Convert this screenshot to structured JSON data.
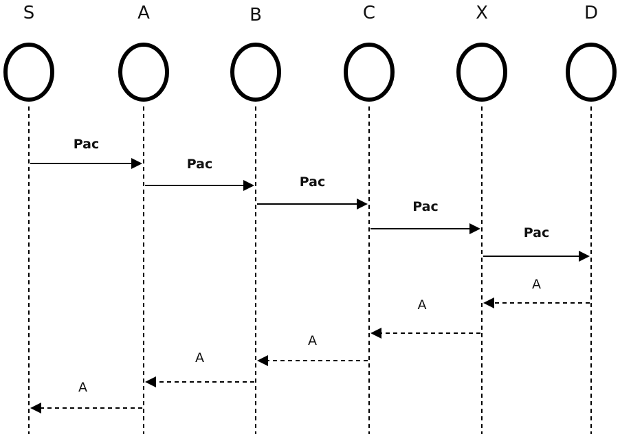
{
  "nodes": [
    {
      "id": "S",
      "label": "S"
    },
    {
      "id": "A",
      "label": "A"
    },
    {
      "id": "B",
      "label": "B"
    },
    {
      "id": "C",
      "label": "C"
    },
    {
      "id": "X",
      "label": "X"
    },
    {
      "id": "D",
      "label": "D"
    }
  ],
  "messages": [
    {
      "from": "S",
      "to": "A",
      "label": "Pac",
      "style": "solid"
    },
    {
      "from": "A",
      "to": "B",
      "label": "Pac",
      "style": "solid"
    },
    {
      "from": "B",
      "to": "C",
      "label": "Pac",
      "style": "solid"
    },
    {
      "from": "C",
      "to": "X",
      "label": "Pac",
      "style": "solid"
    },
    {
      "from": "X",
      "to": "D",
      "label": "Pac",
      "style": "solid"
    },
    {
      "from": "D",
      "to": "X",
      "label": "A",
      "style": "dashed"
    },
    {
      "from": "X",
      "to": "C",
      "label": "A",
      "style": "dashed"
    },
    {
      "from": "C",
      "to": "B",
      "label": "A",
      "style": "dashed"
    },
    {
      "from": "B",
      "to": "A",
      "label": "A",
      "style": "dashed"
    },
    {
      "from": "A",
      "to": "S",
      "label": "A",
      "style": "dashed"
    }
  ]
}
